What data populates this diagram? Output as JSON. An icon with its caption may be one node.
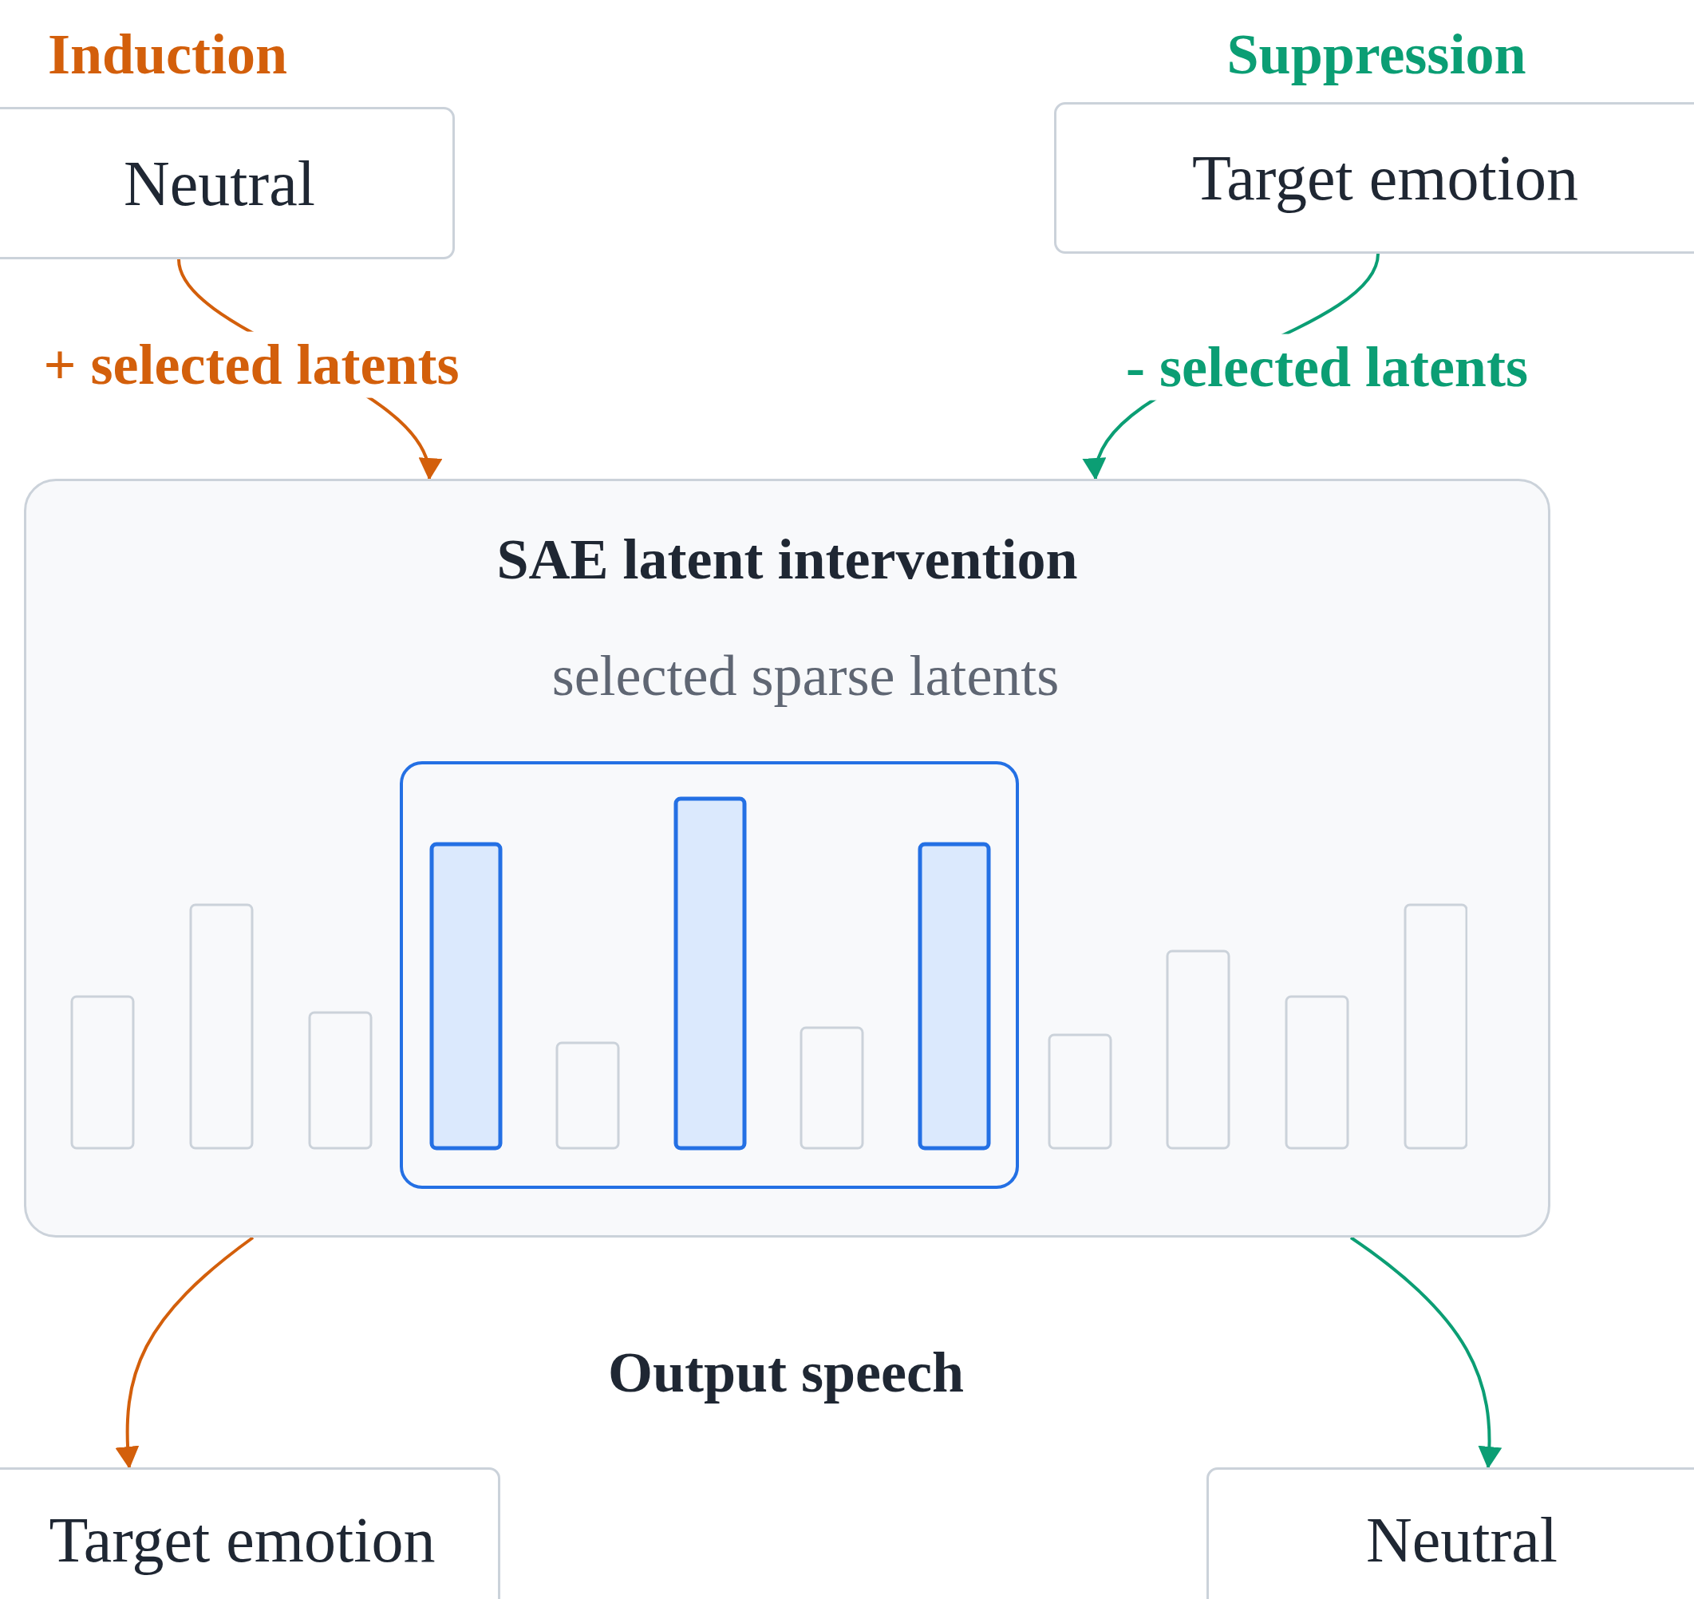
{
  "diagram": {
    "nodes": [
      {
        "text": [
          "Neutral"
        ]
      },
      {
        "text": [
          "Target emotion"
        ]
      },
      {
        "text": [
          "SAE latent intervention",
          "selected sparse latents"
        ]
      },
      {
        "text": [
          "Target emotion"
        ]
      },
      {
        "text": [
          "Neutral"
        ]
      }
    ],
    "edges": [
      {
        "from": 0,
        "to": 2,
        "arrow": "to",
        "label": "+ selected latents",
        "color": "#d35f0b"
      },
      {
        "from": 1,
        "to": 2,
        "arrow": "to",
        "label": "- selected latents",
        "color": "#0b9e74"
      },
      {
        "from": 2,
        "to": 3,
        "arrow": "to",
        "color": "#d35f0b"
      },
      {
        "from": 2,
        "to": 4,
        "arrow": "to",
        "color": "#0b9e74"
      }
    ],
    "labels": [
      "Induction",
      "Suppression",
      "Output speech"
    ]
  }
}
